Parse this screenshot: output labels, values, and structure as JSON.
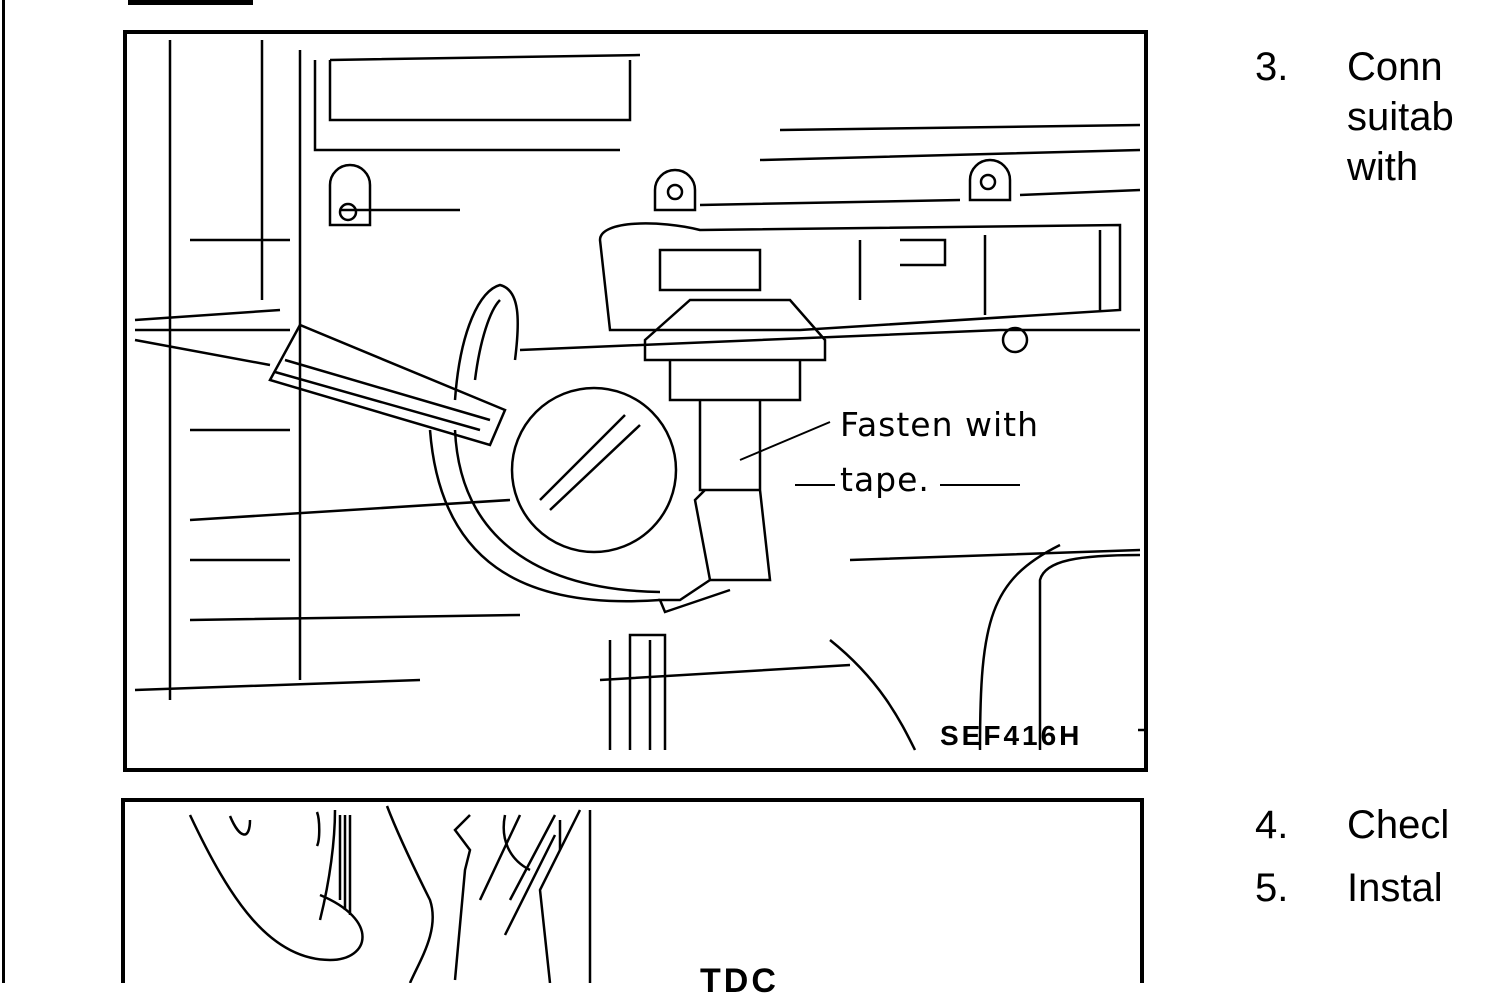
{
  "figure1": {
    "callout_line1": "Fasten with",
    "callout_line2": "tape.",
    "figure_code": "SEF416H"
  },
  "figure2": {
    "callout": "TDC"
  },
  "steps": [
    {
      "number": "3.",
      "lines": [
        "Conn",
        "suitab",
        "with"
      ]
    },
    {
      "number": "4.",
      "lines": [
        "Checl"
      ]
    },
    {
      "number": "5.",
      "lines": [
        "Instal"
      ]
    }
  ]
}
